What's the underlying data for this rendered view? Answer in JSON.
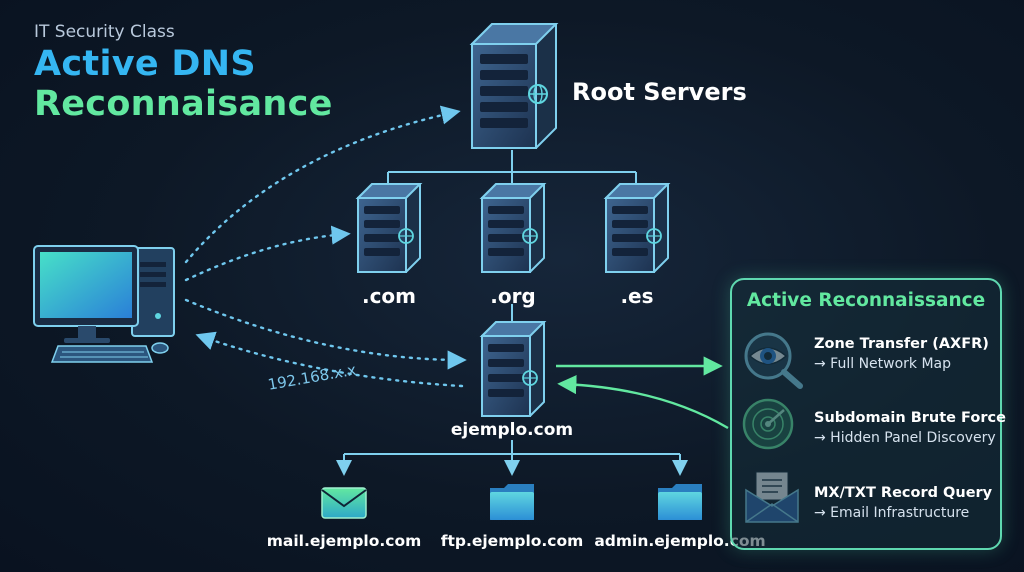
{
  "header": {
    "subtitle": "IT Security Class",
    "title_line1": "Active DNS",
    "title_line2": "Reconnaisance"
  },
  "nodes": {
    "root": "Root Servers",
    "tlds": [
      ".com",
      ".org",
      ".es"
    ],
    "domain": "ejemplo.com",
    "client_ip": "192.168.x.x",
    "subdomains": [
      "mail.ejemplo.com",
      "ftp.ejemplo.com",
      "admin.ejemplo.com"
    ]
  },
  "panel": {
    "title": "Active Reconnaissance",
    "items": [
      {
        "title": "Zone Transfer (AXFR)",
        "detail": "→ Full Network Map",
        "icon": "eye-magnifier-icon"
      },
      {
        "title": "Subdomain Brute Force",
        "detail": "→ Hidden Panel Discovery",
        "icon": "radar-icon"
      },
      {
        "title": "MX/TXT Record Query",
        "detail": "→ Email Infrastructure",
        "icon": "envelope-document-icon"
      }
    ]
  },
  "colors": {
    "dotted_query": "#6fc7ee",
    "tree_lines": "#7fd0ee",
    "accent_green": "#62e8a0",
    "accent_blue": "#35b6f2",
    "server_body": "#2e4a6e"
  }
}
